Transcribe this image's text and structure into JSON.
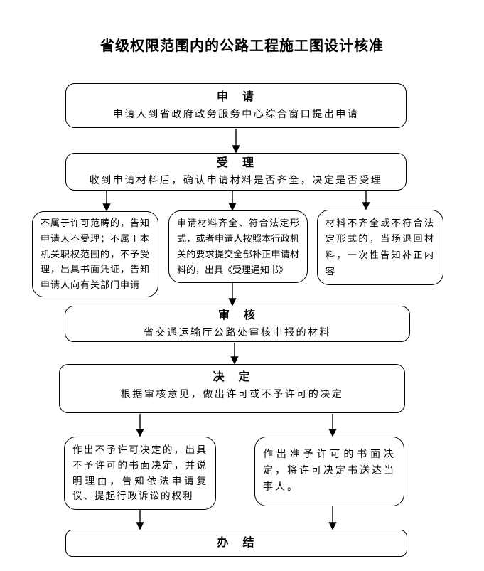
{
  "title": "省级权限范围内的公路工程施工图设计核准",
  "nodes": {
    "apply": {
      "header": "申　请",
      "body": "申请人到省政府政务服务中心综合窗口提出申请"
    },
    "accept": {
      "header": "受　理",
      "body": "收到申请材料后，确认申请材料是否齐全，决定是否受理"
    },
    "not_accepted": {
      "body": "不属于许可范畴的，告知申请人不受理；不属于本机关职权范围的，不予受理，出具书面凭证，告知申请人向有关部门申请"
    },
    "accepted": {
      "body": "申请材料齐全、符合法定形式，或者申请人按照本行政机关的要求提交全部补正申请材料的，出具《受理通知书》"
    },
    "returned": {
      "body": "材料不齐全或不符合法定形式的，当场退回材料，一次性告知补正内容"
    },
    "review": {
      "header": "审　核",
      "body": "省交通运输厅公路处审核申报的材料"
    },
    "decision": {
      "header": "决　定",
      "body": "根据审核意见，做出许可或不予许可的决定"
    },
    "deny": {
      "body": "作出不予许可决定的，出具不予许可的书面决定，并说明理由，告知依法申请复议、提起行政诉讼的权利"
    },
    "approve": {
      "body": "作出准予许可的书面决定，将许可决定书送达当事人。"
    },
    "complete": {
      "header": "办　结"
    }
  }
}
